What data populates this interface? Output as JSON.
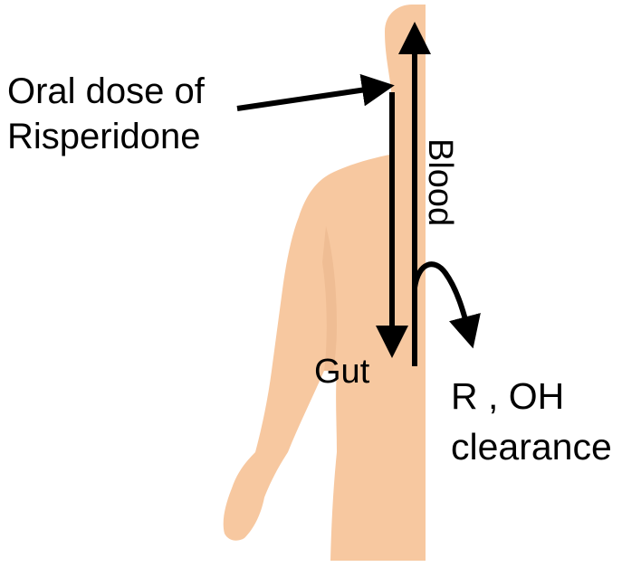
{
  "diagram": {
    "labels": {
      "oral_dose_line1": "Oral dose of",
      "oral_dose_line2": "Risperidone",
      "blood": "Blood",
      "gut": "Gut",
      "clearance_line1": "R , OH",
      "clearance_line2": "clearance"
    },
    "colors": {
      "skin": "#F7C8A0",
      "skin_shadow": "#EAB58A",
      "arrow": "#000000",
      "text": "#000000",
      "background": "#FFFFFF"
    },
    "icons": {
      "figure": "human-body-silhouette"
    }
  }
}
